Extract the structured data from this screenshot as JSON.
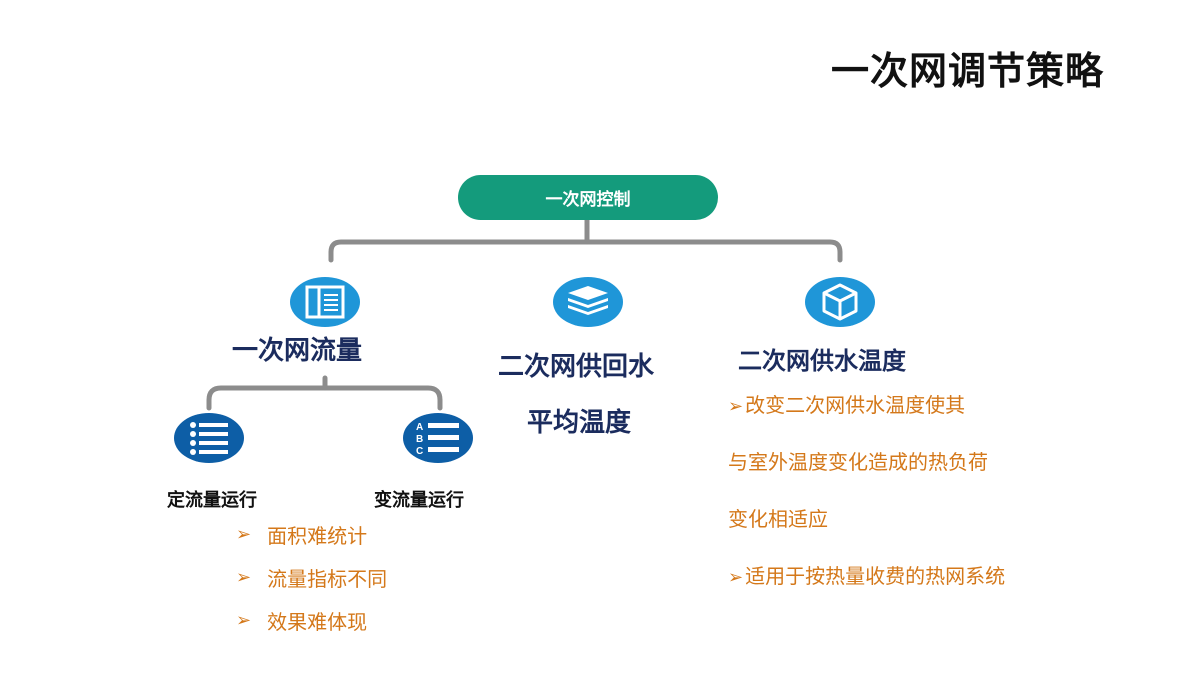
{
  "page": {
    "title": "一次网调节策略"
  },
  "diagram": {
    "root": {
      "label": "一次网控制"
    },
    "branches": {
      "flow": {
        "label": "一次网流量",
        "icon": "book-icon",
        "children": [
          {
            "label": "定流量运行",
            "icon": "list-icon"
          },
          {
            "label": "变流量运行",
            "icon": "abc-list-icon"
          }
        ],
        "notes": [
          "面积难统计",
          "流量指标不同",
          "效果难体现"
        ]
      },
      "return_temp": {
        "label_line1": "二次网供回水",
        "label_line2": "平均温度",
        "icon": "layers-icon"
      },
      "supply_temp": {
        "label": "二次网供水温度",
        "icon": "cube-icon",
        "desc": {
          "line1": "改变二次网供水温度使其",
          "line2": "与室外温度变化造成的热负荷",
          "line3": "变化相适应",
          "line4": "适用于按热量收费的热网系统"
        }
      }
    },
    "colors": {
      "root_fill": "#149b7c",
      "connector": "#8c8c8c",
      "label_navy": "#1b2c5e",
      "accent_orange": "#d4781a",
      "icon_blue": "#1f96d8",
      "icon_navy": "#0d5ea6"
    }
  }
}
